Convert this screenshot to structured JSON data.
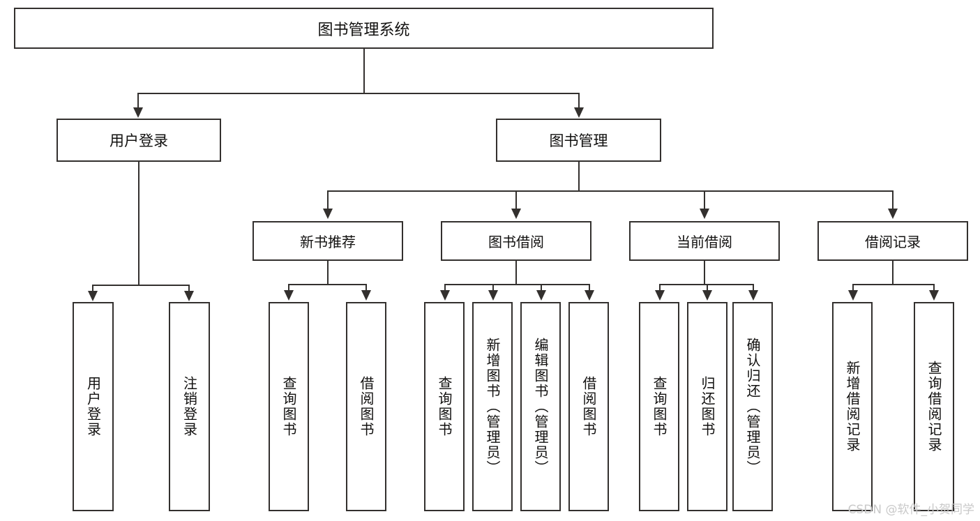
{
  "diagram": {
    "title": "图书管理系统",
    "root": {
      "label": "图书管理系统"
    },
    "level2": [
      {
        "label": "用户登录"
      },
      {
        "label": "图书管理"
      }
    ],
    "level3": [
      {
        "label": "新书推荐"
      },
      {
        "label": "图书借阅"
      },
      {
        "label": "当前借阅"
      },
      {
        "label": "借阅记录"
      }
    ],
    "leaves": {
      "user_login": [
        {
          "label": "用户登录"
        },
        {
          "label": "注销登录"
        }
      ],
      "new_book_recommend": [
        {
          "label": "查询图书"
        },
        {
          "label": "借阅图书"
        }
      ],
      "book_borrow": [
        {
          "label": "查询图书"
        },
        {
          "label": "新增图书（管理员）"
        },
        {
          "label": "编辑图书（管理员）"
        },
        {
          "label": "借阅图书"
        }
      ],
      "current_borrow": [
        {
          "label": "查询图书"
        },
        {
          "label": "归还图书"
        },
        {
          "label": "确认归还（管理员）"
        }
      ],
      "borrow_record": [
        {
          "label": "新增借阅记录"
        },
        {
          "label": "查询借阅记录"
        }
      ]
    }
  },
  "watermark": {
    "text": "CSDN @软件_小贺同学"
  },
  "colors": {
    "stroke": "#33302e",
    "text": "#11100f",
    "background": "#ffffff",
    "watermark": "#c9c9c9"
  }
}
